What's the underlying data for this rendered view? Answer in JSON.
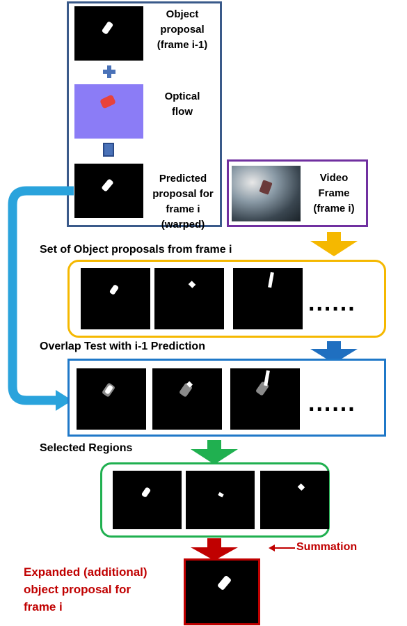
{
  "top_panel": {
    "object_proposal_label": "Object\nproposal\n(frame i-1)",
    "optical_flow_label": "Optical\nflow",
    "predicted_label": "Predicted\nproposal for\nframe i\n(warped)"
  },
  "video_frame_label": "Video\nFrame\n(frame i)",
  "sections": {
    "set_title": "Set of Object proposals from frame i",
    "overlap_title": "Overlap Test with i-1 Prediction",
    "selected_title": "Selected Regions"
  },
  "ellipsis": "......",
  "summation_label": "Summation",
  "expanded_label": "Expanded (additional)\nobject proposal for\nframe i",
  "colors": {
    "panel_border": "#3a5a8a",
    "video_border": "#7030a0",
    "set_border": "#f5b800",
    "overlap_border": "#1f78c8",
    "selected_border": "#20b050",
    "expanded_border": "#c00000",
    "arrow_yellow": "#f5b800",
    "arrow_blue": "#1f6fc0",
    "arrow_green": "#20b050",
    "arrow_red": "#c00000",
    "connector_blue": "#2aa3dc",
    "optical_flow_bg": "#8b7cf6"
  }
}
